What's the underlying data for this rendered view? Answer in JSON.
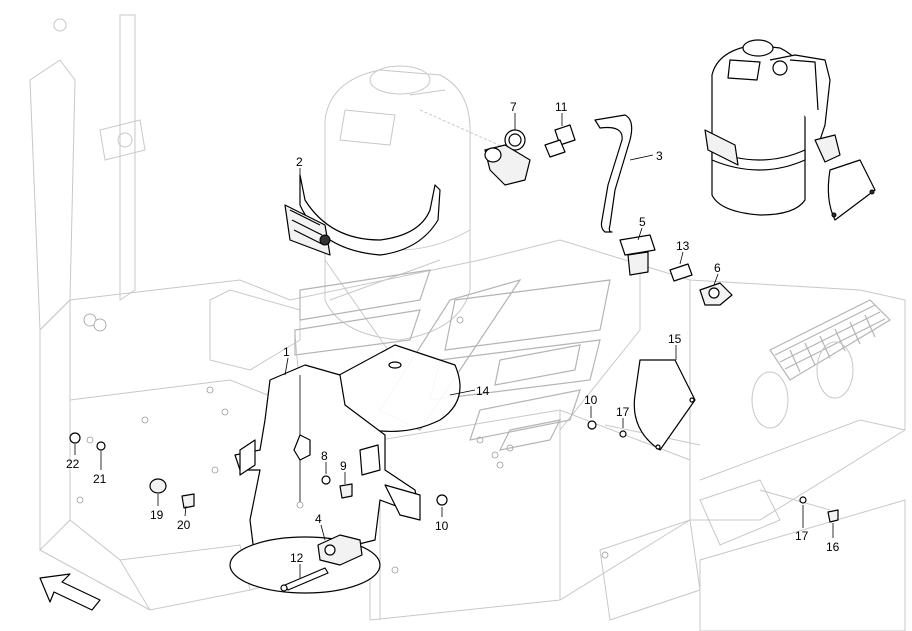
{
  "callouts": [
    {
      "id": "c1",
      "label": "1"
    },
    {
      "id": "c2",
      "label": "2"
    },
    {
      "id": "c3",
      "label": "3"
    },
    {
      "id": "c4",
      "label": "4"
    },
    {
      "id": "c5",
      "label": "5"
    },
    {
      "id": "c6",
      "label": "6"
    },
    {
      "id": "c7",
      "label": "7"
    },
    {
      "id": "c8",
      "label": "8"
    },
    {
      "id": "c9",
      "label": "9"
    },
    {
      "id": "c10a",
      "label": "10"
    },
    {
      "id": "c10b",
      "label": "10"
    },
    {
      "id": "c11",
      "label": "11"
    },
    {
      "id": "c12",
      "label": "12"
    },
    {
      "id": "c13",
      "label": "13"
    },
    {
      "id": "c14",
      "label": "14"
    },
    {
      "id": "c15",
      "label": "15"
    },
    {
      "id": "c16",
      "label": "16"
    },
    {
      "id": "c17a",
      "label": "17"
    },
    {
      "id": "c17b",
      "label": "17"
    },
    {
      "id": "c19",
      "label": "19"
    },
    {
      "id": "c20",
      "label": "20"
    },
    {
      "id": "c21",
      "label": "21"
    },
    {
      "id": "c22",
      "label": "22"
    }
  ]
}
